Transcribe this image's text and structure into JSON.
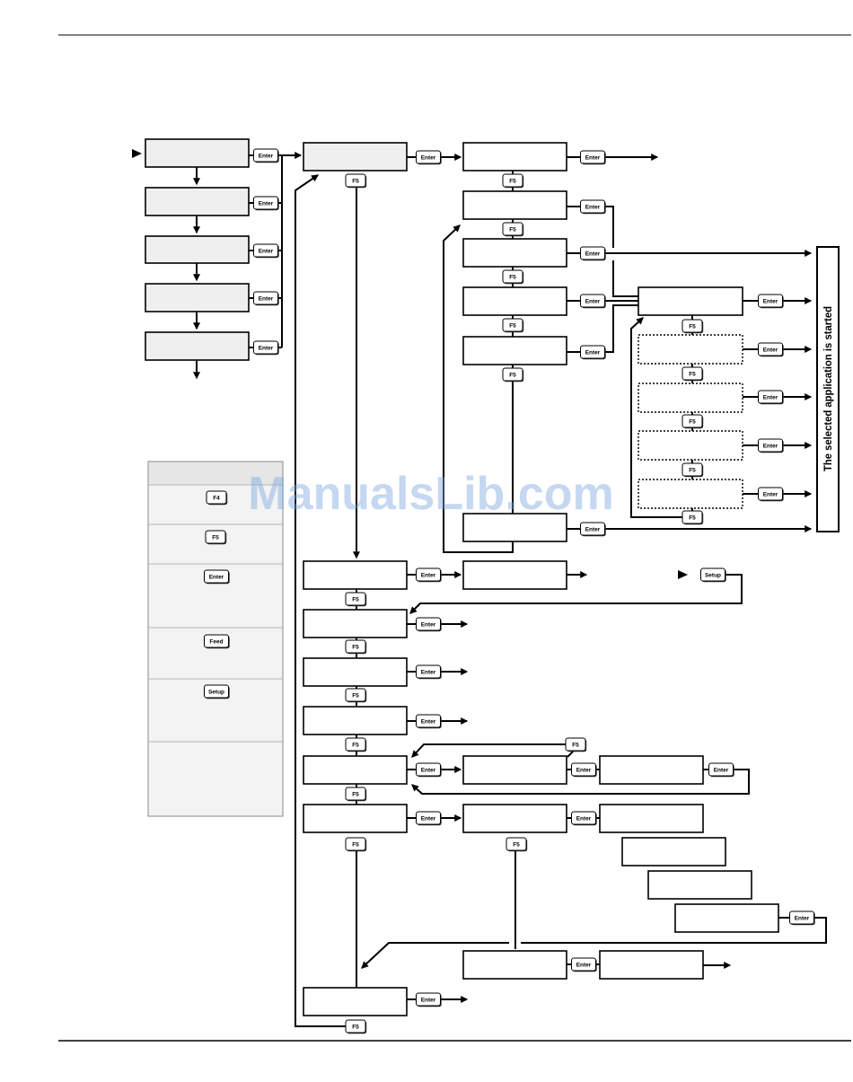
{
  "keys": {
    "enter": "Enter",
    "f5": "F5",
    "f4": "F4",
    "feed": "Feed",
    "setup": "Setup"
  },
  "side_label": "The selected application is started",
  "watermark": "ManualsLib.com"
}
